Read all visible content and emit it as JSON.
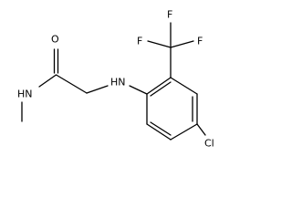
{
  "molecule": {
    "atoms": {
      "carbonyl_oxygen": "O",
      "amide_nitrogen": "HN",
      "amine_nitrogen": "HN",
      "fluorine_left": "F",
      "fluorine_right": "F",
      "fluorine_top": "F",
      "chlorine": "Cl"
    }
  }
}
